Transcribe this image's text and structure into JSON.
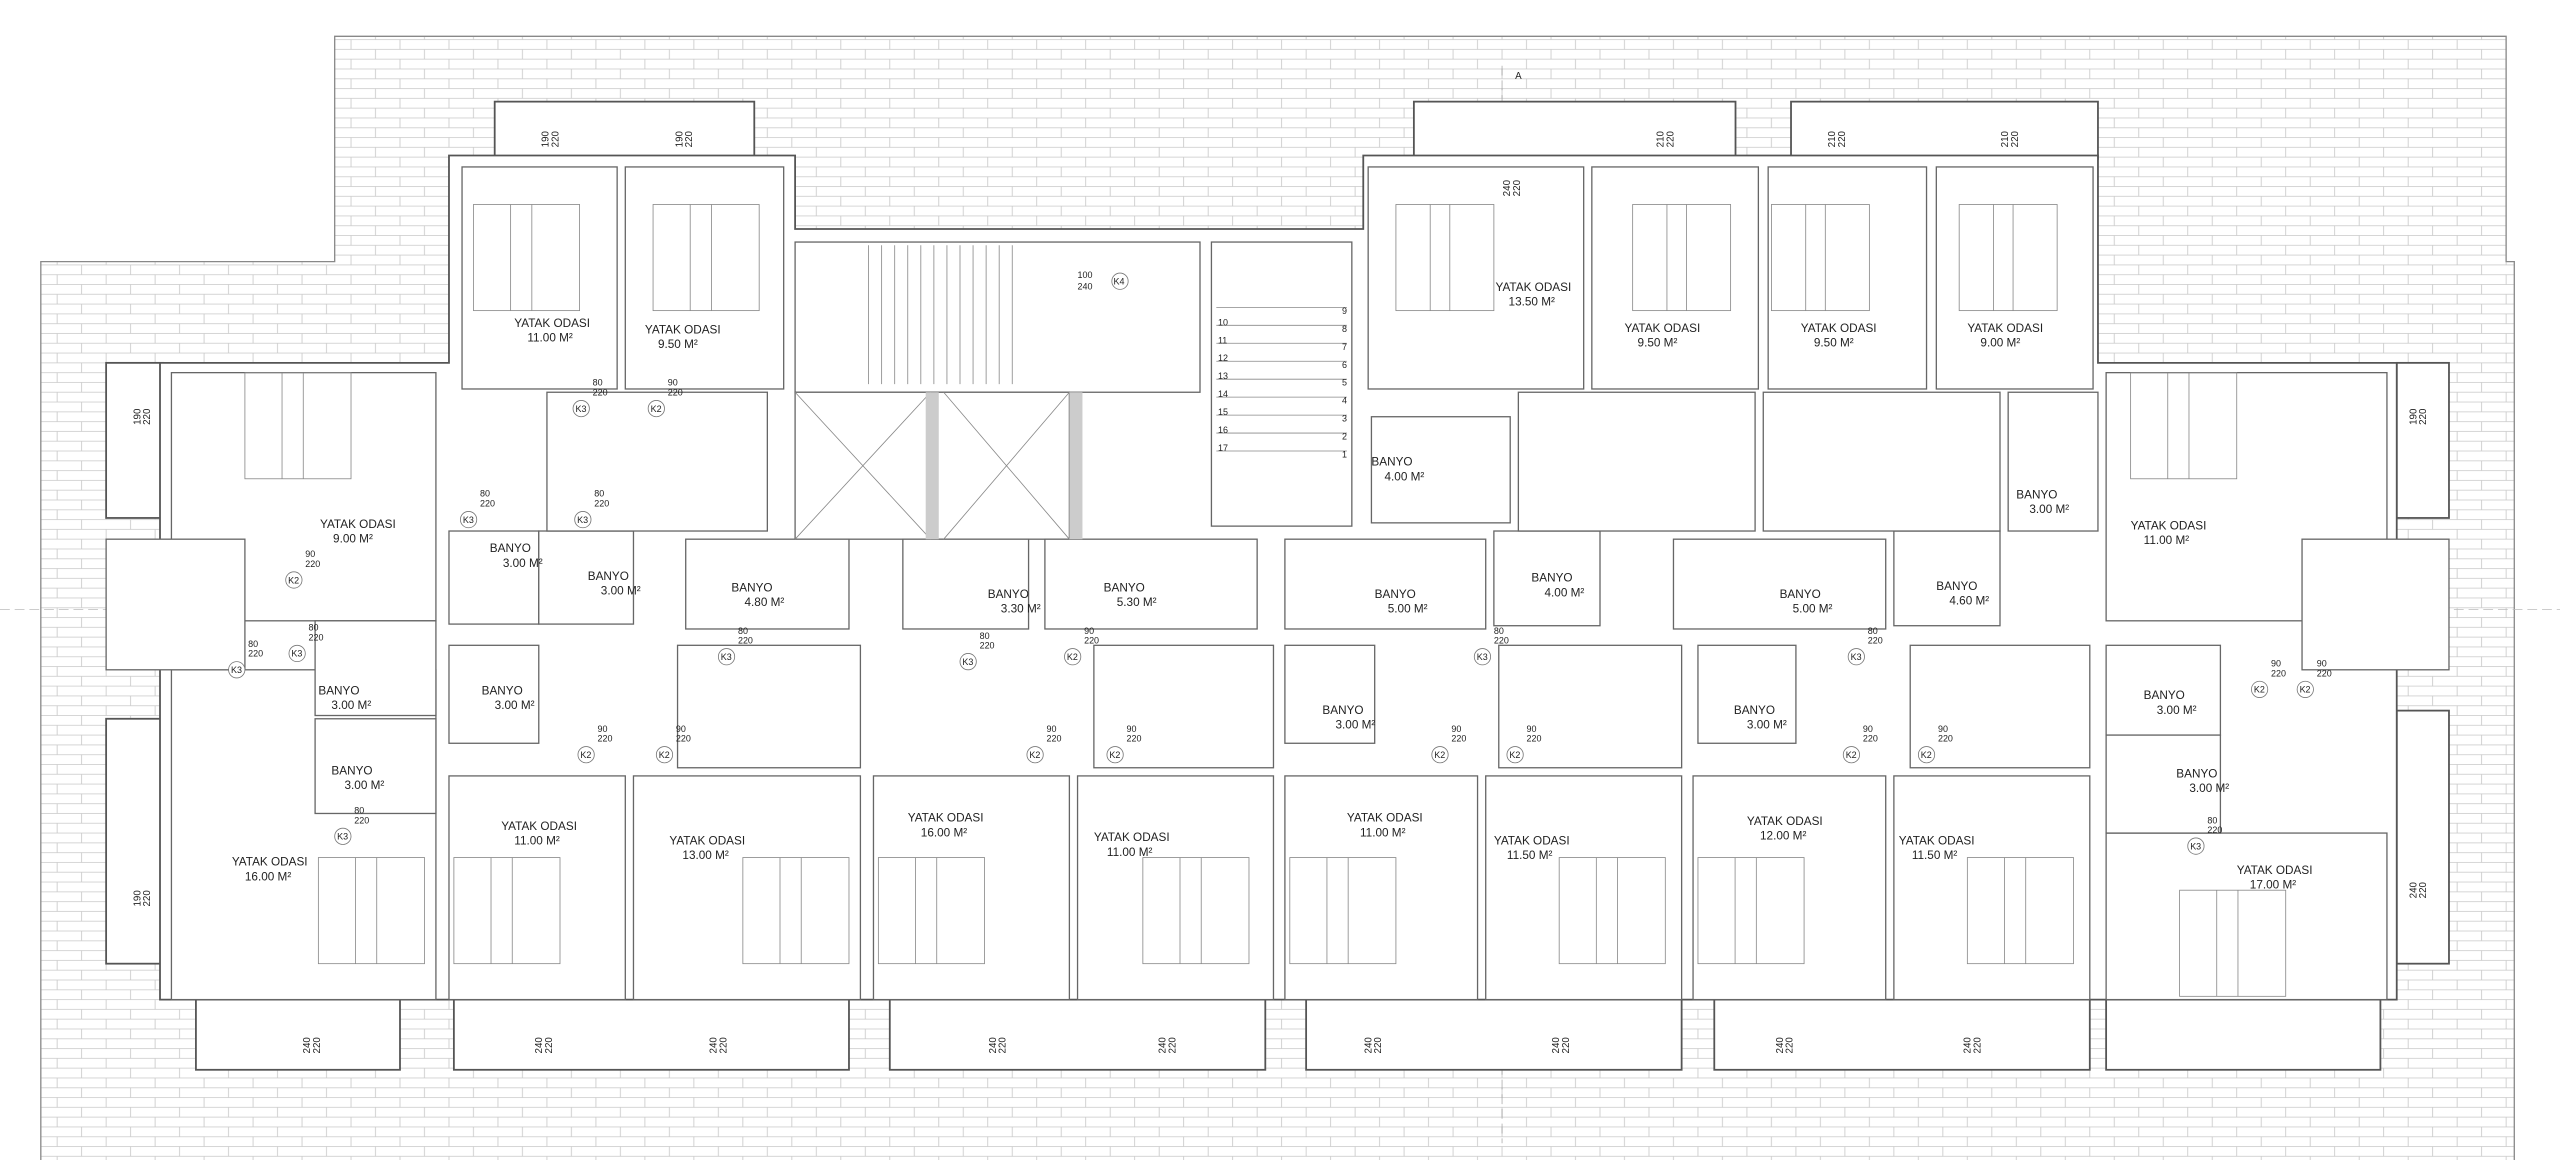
{
  "section_marker": "A",
  "rooms": [
    {
      "name": "YATAK ODASI",
      "area": "11.00 M²"
    },
    {
      "name": "YATAK ODASI",
      "area": "9.50 M²"
    },
    {
      "name": "YATAK ODASI",
      "area": "9.00 M²"
    },
    {
      "name": "BANYO",
      "area": "3.00 M²"
    },
    {
      "name": "BANYO",
      "area": "3.00 M²"
    },
    {
      "name": "BANYO",
      "area": "4.80 M²"
    },
    {
      "name": "BANYO",
      "area": "3.30 M²"
    },
    {
      "name": "BANYO",
      "area": "5.30 M²"
    },
    {
      "name": "BANYO",
      "area": "5.00 M²"
    },
    {
      "name": "BANYO",
      "area": "4.00 M²"
    },
    {
      "name": "BANYO",
      "area": "5.00 M²"
    },
    {
      "name": "BANYO",
      "area": "4.60 M²"
    },
    {
      "name": "YATAK ODASI",
      "area": "13.50 M²"
    },
    {
      "name": "YATAK ODASI",
      "area": "9.50 M²"
    },
    {
      "name": "YATAK ODASI",
      "area": "9.50 M²"
    },
    {
      "name": "YATAK ODASI",
      "area": "9.00 M²"
    },
    {
      "name": "BANYO",
      "area": "4.00 M²"
    },
    {
      "name": "BANYO",
      "area": "3.00 M²"
    },
    {
      "name": "YATAK ODASI",
      "area": "11.00 M²"
    },
    {
      "name": "BANYO",
      "area": "3.00 M²"
    },
    {
      "name": "BANYO",
      "area": "3.00 M²"
    },
    {
      "name": "BANYO",
      "area": "3.00 M²"
    },
    {
      "name": "BANYO",
      "area": "3.00 M²"
    },
    {
      "name": "BANYO",
      "area": "3.00 M²"
    },
    {
      "name": "BANYO",
      "area": "3.00 M²"
    },
    {
      "name": "BANYO",
      "area": "3.00 M²"
    },
    {
      "name": "YATAK ODASI",
      "area": "16.00 M²"
    },
    {
      "name": "YATAK ODASI",
      "area": "11.00 M²"
    },
    {
      "name": "YATAK ODASI",
      "area": "13.00 M²"
    },
    {
      "name": "YATAK ODASI",
      "area": "16.00 M²"
    },
    {
      "name": "YATAK ODASI",
      "area": "11.00 M²"
    },
    {
      "name": "YATAK ODASI",
      "area": "11.00 M²"
    },
    {
      "name": "YATAK ODASI",
      "area": "11.50 M²"
    },
    {
      "name": "YATAK ODASI",
      "area": "12.00 M²"
    },
    {
      "name": "YATAK ODASI",
      "area": "11.50 M²"
    },
    {
      "name": "YATAK ODASI",
      "area": "17.00 M²"
    }
  ],
  "windows": [
    {
      "w": "190",
      "h": "220"
    },
    {
      "w": "190",
      "h": "220"
    },
    {
      "w": "240",
      "h": "220"
    },
    {
      "w": "210",
      "h": "220"
    },
    {
      "w": "210",
      "h": "220"
    },
    {
      "w": "210",
      "h": "220"
    },
    {
      "w": "190",
      "h": "220"
    },
    {
      "w": "190",
      "h": "220"
    },
    {
      "w": "190",
      "h": "220"
    },
    {
      "w": "240",
      "h": "220"
    },
    {
      "w": "240",
      "h": "220"
    },
    {
      "w": "240",
      "h": "220"
    },
    {
      "w": "240",
      "h": "220"
    },
    {
      "w": "240",
      "h": "220"
    },
    {
      "w": "240",
      "h": "220"
    },
    {
      "w": "240",
      "h": "220"
    },
    {
      "w": "240",
      "h": "220"
    },
    {
      "w": "240",
      "h": "220"
    },
    {
      "w": "240",
      "h": "220"
    }
  ],
  "doors": [
    {
      "code": "K3",
      "w": "80",
      "h": "220"
    },
    {
      "code": "K2",
      "w": "90",
      "h": "220"
    },
    {
      "code": "K3",
      "w": "80",
      "h": "220"
    },
    {
      "code": "K3",
      "w": "80",
      "h": "220"
    },
    {
      "code": "K2",
      "w": "90",
      "h": "220"
    },
    {
      "code": "K3",
      "w": "80",
      "h": "220"
    },
    {
      "code": "K3",
      "w": "80",
      "h": "220"
    },
    {
      "code": "K3",
      "w": "80",
      "h": "220"
    },
    {
      "code": "K2",
      "w": "90",
      "h": "220"
    },
    {
      "code": "K2",
      "w": "90",
      "h": "220"
    },
    {
      "code": "K3",
      "w": "80",
      "h": "220"
    },
    {
      "code": "K2",
      "w": "90",
      "h": "220"
    },
    {
      "code": "K2",
      "w": "90",
      "h": "220"
    },
    {
      "code": "K2",
      "w": "90",
      "h": "220"
    },
    {
      "code": "K3",
      "w": "80",
      "h": "220"
    },
    {
      "code": "K2",
      "w": "90",
      "h": "220"
    },
    {
      "code": "K2",
      "w": "90",
      "h": "220"
    },
    {
      "code": "K3",
      "w": "80",
      "h": "220"
    },
    {
      "code": "K2",
      "w": "90",
      "h": "220"
    },
    {
      "code": "K2",
      "w": "90",
      "h": "220"
    },
    {
      "code": "K3",
      "w": "80",
      "h": "220"
    },
    {
      "code": "K2",
      "w": "90",
      "h": "220"
    },
    {
      "code": "K2",
      "w": "90",
      "h": "220"
    },
    {
      "code": "K3",
      "w": "80",
      "h": "220"
    }
  ],
  "shaft_door": {
    "w": "100",
    "h": "240",
    "code": "K4"
  },
  "stair_steps_left": [
    "10",
    "11",
    "12",
    "13",
    "14",
    "15",
    "16",
    "17"
  ],
  "stair_steps_right": [
    "9",
    "8",
    "7",
    "6",
    "5",
    "4",
    "3",
    "2",
    "1"
  ],
  "colors": {
    "line": "#555555",
    "tile": "#c8c8c8",
    "background": "#ffffff"
  }
}
